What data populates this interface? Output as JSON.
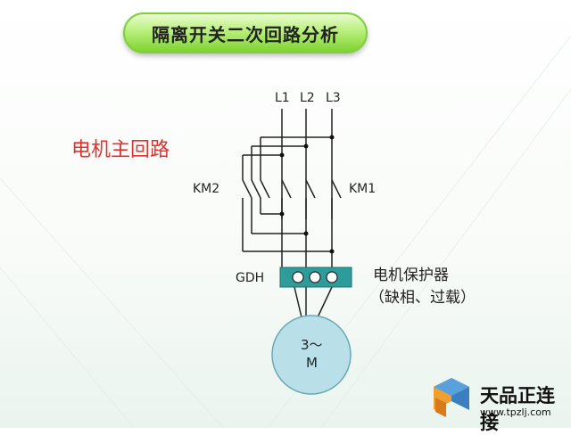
{
  "title": "隔离开关二次回路分析",
  "subtitle": "电机主回路",
  "phases": [
    "L1",
    "L2",
    "L3"
  ],
  "contactors": {
    "left": "KM2",
    "right": "KM1"
  },
  "protector": {
    "label": "GDH",
    "name": "电机保护器",
    "note": "（缺相、过载）"
  },
  "motor": {
    "line1": "3～",
    "line2": "M"
  },
  "watermark": {
    "brand": "天品正连接",
    "url": "www.tpzlj.com"
  },
  "colors": {
    "title_green": "#7fd332",
    "red": "#e0322e",
    "teal": "#2f9c9c",
    "motor": "#b9e0e8"
  }
}
